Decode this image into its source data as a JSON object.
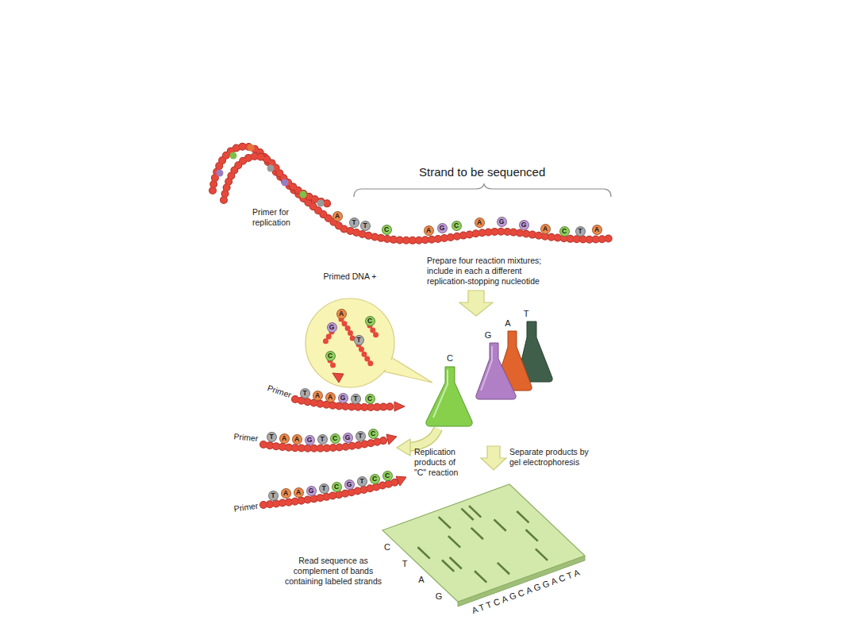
{
  "diagram": {
    "nodes": [
      {
        "text": [
          "Primed DNA +"
        ]
      }
    ],
    "labels": [
      "Strand to be sequenced",
      "Primer for replication",
      "A",
      "T",
      "T",
      "C",
      "A",
      "G",
      "C",
      "A",
      "G",
      "G",
      "A",
      "C",
      "T",
      "A",
      "Prepare four reaction mixtures; include in each a different replication-stopping nucleotide",
      "G",
      "A",
      "T",
      "C",
      "A",
      "G",
      "C",
      "T",
      "C",
      "Primer",
      "T",
      "A",
      "A",
      "G",
      "T",
      "C",
      "Primer",
      "T",
      "A",
      "A",
      "G",
      "T",
      "C",
      "G",
      "T",
      "C",
      "Primer",
      "T",
      "A",
      "A",
      "G",
      "T",
      "C",
      "G",
      "T",
      "C",
      "C",
      "Replication products of \"C\" reaction",
      "Separate products by gel electrophoresis",
      "C",
      "T",
      "A",
      "G",
      "Read sequence as complement of bands containing labeled strands",
      "ATTCAGCAGGACTA"
    ]
  }
}
